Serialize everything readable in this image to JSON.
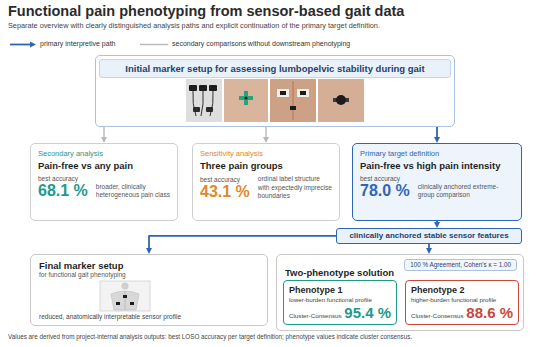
{
  "diagram": {
    "title": "Functional pain phenotyping from sensor-based gait data",
    "caption": "Values are derived from project-internal analysis outputs: best LOSO accuracy per target definition; phenotype values indicate cluster consensus.",
    "nodes": [
      {
        "text": [
          "Initial marker setup for assessing lumbopelvic stability during gait"
        ]
      },
      {
        "text": [
          "Secondary analysis",
          "Pain-free vs any pain",
          "best accuracy",
          "68.1 %",
          "broader, clinically heterogeneous pain class"
        ]
      },
      {
        "text": [
          "Sensitivity analysis",
          "Three pain groups",
          "best accuracy",
          "43.1 %",
          "ordinal label structure with expectedly imprecise boundaries"
        ]
      },
      {
        "text": [
          "Primary target definition",
          "Pain-free vs high pain intensity",
          "best accuracy",
          "78.0 %",
          "clinically anchored extreme-group comparison"
        ]
      },
      {
        "text": [
          "clinically anchored stable sensor features"
        ]
      },
      {
        "text": [
          "Final marker setup",
          "for functional gait phenotyping",
          "reduced, anatomically interpretable sensor profile"
        ]
      },
      {
        "text": [
          "Two-phenotype solution"
        ]
      },
      {
        "text": [
          "100 % Agreement, Cohen's κ = 1.00"
        ],
        "in": 6
      },
      {
        "text": [
          "Phenotype 1",
          "lower-burden functional profile",
          "Cluster-Consensus",
          "95.4 %"
        ],
        "in": 6
      },
      {
        "text": [
          "Phenotype 2",
          "higher-burden functional profile",
          "Cluster-Consensus",
          "88.6 %"
        ],
        "in": 6
      }
    ],
    "edges": [
      {
        "from": 0,
        "to": 1,
        "arrow": "to"
      },
      {
        "from": 0,
        "to": 2,
        "arrow": "to"
      },
      {
        "from": 0,
        "to": 3,
        "arrow": "to"
      },
      {
        "from": 3,
        "to": 4,
        "arrow": "to"
      },
      {
        "from": 4,
        "to": 5,
        "arrow": "to"
      },
      {
        "from": 4,
        "to": 6,
        "arrow": "to"
      }
    ],
    "labels": [
      "Separate overview with clearly distinguished analysis paths and explicit continuation of the primary target definition."
    ],
    "legend": [
      {
        "text": "primary interpretive path"
      },
      {
        "text": "secondary comparisons without downstream phenotyping"
      }
    ]
  }
}
